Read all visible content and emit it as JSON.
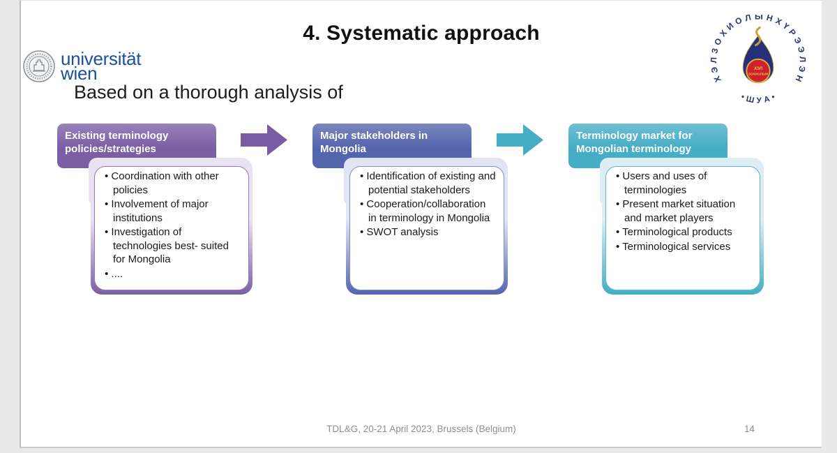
{
  "slide": {
    "title": "4. Systematic approach",
    "subtitle": "Based on a thorough analysis of",
    "footer": {
      "conference": "TDL&G, 20-21 April 2023, Brussels (Belgium)",
      "page_number": "14"
    }
  },
  "logos": {
    "univie": {
      "name_line1": "universität",
      "name_line2": "wien",
      "text_color": "#1b4f9f",
      "seal_color": "#8d939a"
    },
    "institute": {
      "arc_text": "Х Э Л   З О Х И О Л Ы Н   Х Ү Р Э Э Л Э Н",
      "bottom_text": "•   Ш У А   •",
      "center_line1": "ХЭЛ",
      "center_line2": "ЗОХИОЛЫН",
      "ring_text_color": "#2c3572",
      "drop_color": "#26307a",
      "gold_color": "#c8a235",
      "red_color": "#cf2128"
    }
  },
  "columns": [
    {
      "header": "Existing terminology policies/strategies",
      "bullets": [
        "Coordination with other policies",
        "Involvement of major institutions",
        "Investigation of technologies best- suited for Mongolia",
        "...."
      ],
      "colors": {
        "header": "#7a5fa5",
        "border": "#9577b7",
        "tint": "#e9e3f1"
      }
    },
    {
      "header": "Major stakeholders in Mongolia",
      "bullets": [
        "Identification of existing and potential stakeholders",
        "Cooperation/collaboration in terminology in Mongolia",
        "SWOT analysis"
      ],
      "colors": {
        "header": "#5565ad",
        "border": "#7f8dc9",
        "tint": "#e1e5f3"
      }
    },
    {
      "header": "Terminology market for Mongolian terminology",
      "bullets": [
        "Users and uses of terminologies",
        "Present market situation and market players",
        "Terminological products",
        "Terminological services"
      ],
      "colors": {
        "header": "#45adc5",
        "border": "#5cb9cd",
        "tint": "#dceef4"
      }
    }
  ],
  "arrows": [
    {
      "color": "#7a5ba3"
    },
    {
      "color": "#45adc5"
    }
  ]
}
